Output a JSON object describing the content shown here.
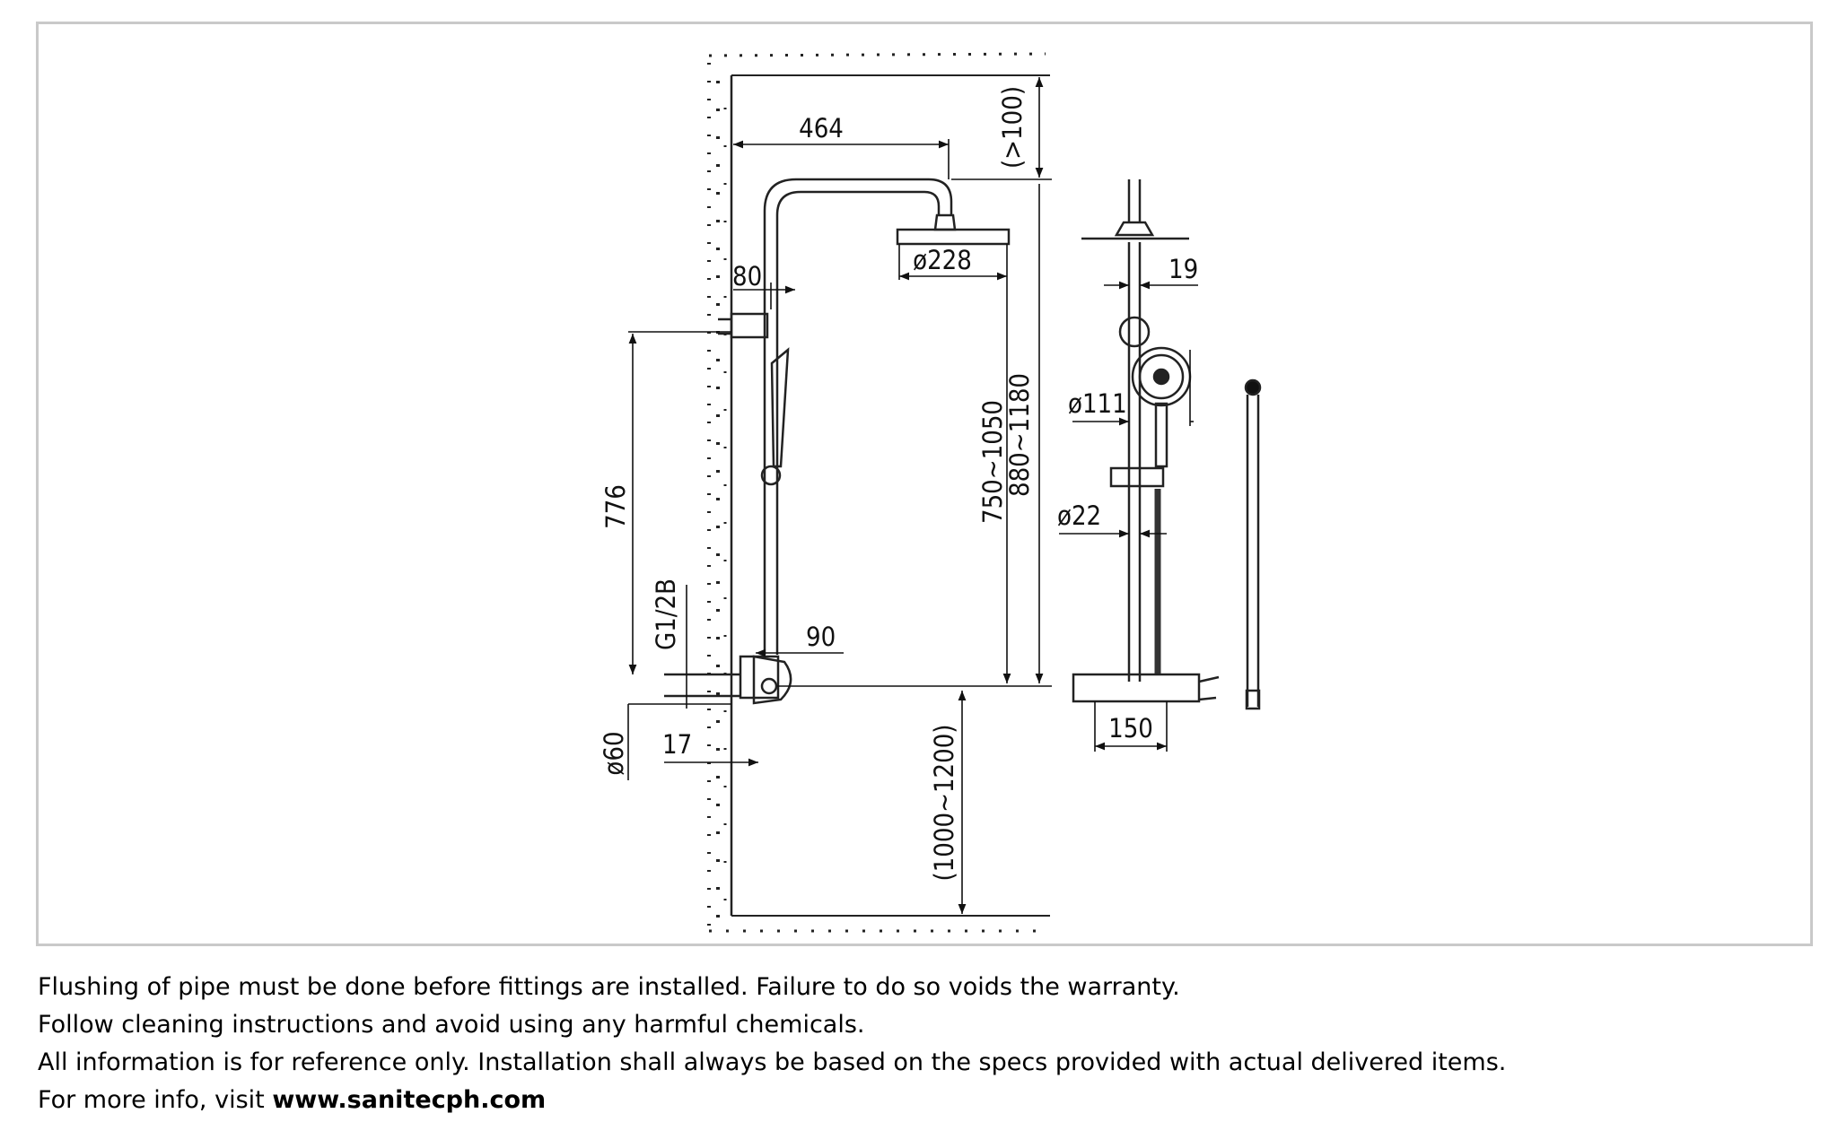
{
  "diagram": {
    "dimensions": {
      "d464": "464",
      "d100": "(>100)",
      "d228": "ø228",
      "d80": "80",
      "d776": "776",
      "d750": "750~1050",
      "d880": "880~1180",
      "dG12": "G1/2B",
      "d90": "90",
      "d60": "ø60",
      "d17": "17",
      "d1000": "(1000~1200)",
      "d19": "19",
      "d111": "ø111",
      "d22": "ø22",
      "d150": "150"
    }
  },
  "notes": {
    "line1": "Flushing of pipe must be done before fittings are installed. Failure to do so voids the warranty.",
    "line2": "Follow cleaning instructions and avoid using any harmful chemicals.",
    "line3": "All information is for reference only. Installation shall always be based on the specs provided with actual delivered items.",
    "line4_prefix": "For more info, visit ",
    "line4_link": "www.sanitecph.com"
  }
}
